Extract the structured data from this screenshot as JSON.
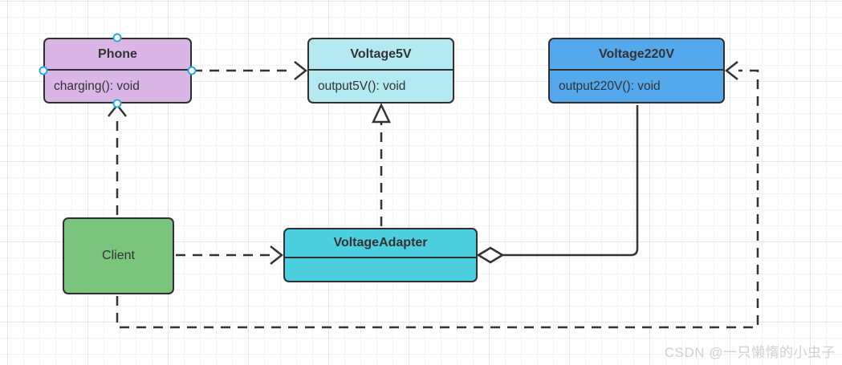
{
  "diagram": {
    "type": "uml-class-diagram",
    "pattern": "adapter",
    "nodes": {
      "phone": {
        "title": "Phone",
        "method": "charging(): void",
        "fill": "#dab6e6"
      },
      "voltage5v": {
        "title": "Voltage5V",
        "method": "output5V(): void",
        "fill": "#b5e9f2"
      },
      "voltage220v": {
        "title": "Voltage220V",
        "method": "output220V(): void",
        "fill": "#54a8ec"
      },
      "adapter": {
        "title": "VoltageAdapter",
        "method": "",
        "fill": "#4ccfdf"
      },
      "client": {
        "label": "Client",
        "fill": "#7bc47e"
      }
    },
    "edges": [
      {
        "from": "Phone",
        "to": "Voltage5V",
        "type": "dependency",
        "style": "dashed-open-arrow"
      },
      {
        "from": "Client",
        "to": "Phone",
        "type": "dependency",
        "style": "dashed-open-arrow"
      },
      {
        "from": "Client",
        "to": "VoltageAdapter",
        "type": "dependency",
        "style": "dashed-open-arrow"
      },
      {
        "from": "VoltageAdapter",
        "to": "Voltage5V",
        "type": "realization",
        "style": "dashed-hollow-triangle"
      },
      {
        "from": "VoltageAdapter",
        "to": "Voltage220V",
        "type": "aggregation",
        "style": "solid-hollow-diamond"
      },
      {
        "from": "Client",
        "to": "Voltage220V",
        "type": "dependency",
        "style": "dashed-open-arrow"
      }
    ],
    "colors": {
      "line": "#333333",
      "border": "#303030",
      "text": "#333333",
      "connection_point": "#29a9e8",
      "canvas": "#ffffff",
      "grid_minor": "#f2f2f2",
      "grid_major": "#e7e7e7"
    }
  },
  "watermark": {
    "text": "CSDN @一只懒惰的小虫子"
  }
}
